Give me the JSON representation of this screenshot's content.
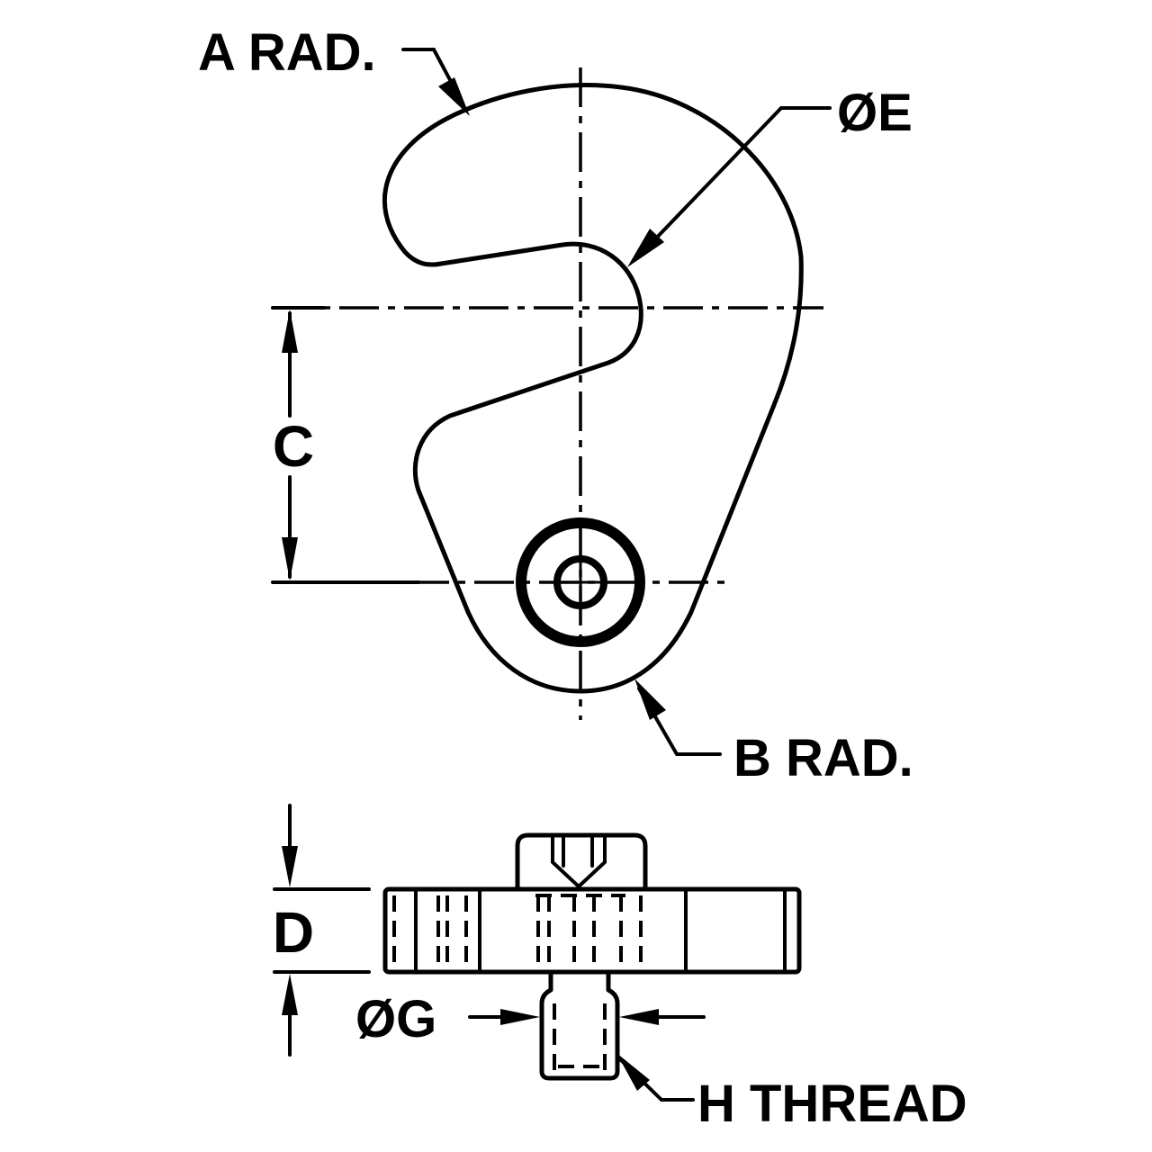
{
  "labels": {
    "a_rad": "A RAD.",
    "e_dia": "ØE",
    "c_dim": "C",
    "b_rad": "B RAD.",
    "d_dim": "D",
    "g_dia": "ØG",
    "h_thread": "H THREAD"
  }
}
